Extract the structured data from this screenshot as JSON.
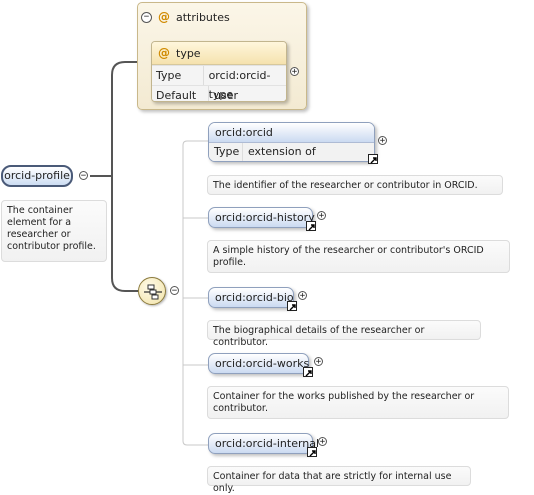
{
  "attributes": {
    "label": "attributes",
    "attribute": {
      "name": "type",
      "rows": [
        {
          "key": "Type",
          "value": "orcid:orcid-type"
        },
        {
          "key": "Default",
          "value": "user"
        }
      ]
    }
  },
  "root": {
    "name": "orcid-profile",
    "documentation": "The container element for a researcher or contributor profile."
  },
  "children": [
    {
      "name": "orcid:orcid",
      "type_key": "Type",
      "type_value": "extension of 'orcid:orcid'",
      "documentation": "The identifier of the researcher or contributor in ORCID."
    },
    {
      "name": "orcid:orcid-history",
      "documentation": "A simple history of the researcher or contributor's ORCID profile."
    },
    {
      "name": "orcid:orcid-bio",
      "documentation": "The biographical details of the researcher or contributor."
    },
    {
      "name": "orcid:orcid-works",
      "documentation": "Container for the works published by the researcher or contributor."
    },
    {
      "name": "orcid:orcid-internal",
      "documentation": "Container for data that are strictly for internal use only."
    }
  ],
  "symbols": {
    "collapse": "−",
    "expand": "+",
    "at": "@"
  },
  "colors": {
    "accent": "#4a5a78",
    "attribute_bg": "#f3ead2",
    "element_bg": "#cbdaf1"
  }
}
